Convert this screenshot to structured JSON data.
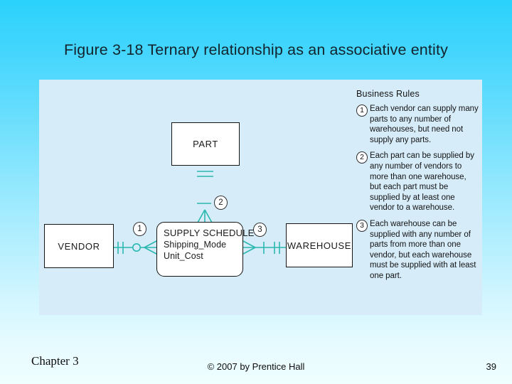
{
  "slide": {
    "title": "Figure 3-18 Ternary relationship as an associative entity",
    "background_top_color": "#2ad2fc",
    "background_bottom_color": "#effeff",
    "panel_color": "#d6ecf9"
  },
  "diagram": {
    "entities": [
      {
        "name": "PART",
        "label": "PART",
        "shape": "rectangle"
      },
      {
        "name": "VENDOR",
        "label": "VENDOR",
        "shape": "rectangle"
      },
      {
        "name": "WAREHOUSE",
        "label": "WAREHOUSE",
        "shape": "rectangle"
      },
      {
        "name": "SUPPLY SCHEDULE",
        "label": "SUPPLY SCHEDULE",
        "shape": "rounded-rectangle-associative",
        "attributes": [
          "Shipping_Mode",
          "Unit_Cost"
        ]
      }
    ],
    "relationship_markers": [
      {
        "id": "1",
        "between": "VENDOR - SUPPLY SCHEDULE"
      },
      {
        "id": "2",
        "between": "PART - SUPPLY SCHEDULE"
      },
      {
        "id": "3",
        "between": "SUPPLY SCHEDULE - WAREHOUSE"
      }
    ],
    "line_color": "#2bb8b0",
    "cardinality_notation": "crow's foot"
  },
  "business_rules": {
    "heading": "Business Rules",
    "rules": [
      {
        "number": "1",
        "text": "Each vendor can supply many parts to any number of warehouses, but need not supply any parts."
      },
      {
        "number": "2",
        "text": "Each part can be supplied by any number of vendors to more than one warehouse, but each part must be supplied by at least one vendor to a warehouse."
      },
      {
        "number": "3",
        "text": "Each warehouse can be supplied with any number of parts from more than one vendor, but each warehouse must be supplied with at least one part."
      }
    ]
  },
  "footer": {
    "chapter": "Chapter 3",
    "copyright": "© 2007 by Prentice Hall",
    "page_number": "39"
  }
}
